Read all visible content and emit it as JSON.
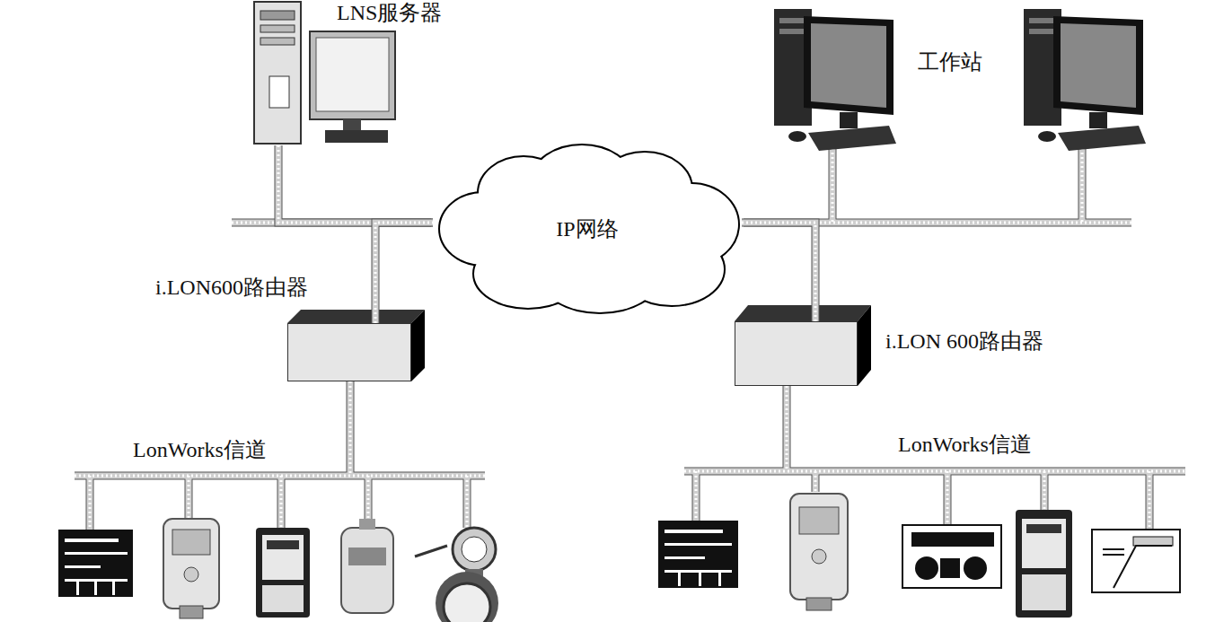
{
  "diagram": {
    "nodes": [
      {
        "text": [
          "LNS服务器"
        ]
      },
      {
        "text": [
          "IP网络"
        ]
      },
      {
        "text": [
          "i.LON600路由器"
        ]
      },
      {
        "text": [
          "i.LON 600路由器"
        ]
      }
    ],
    "edges": [
      {
        "from": 0,
        "to": 1,
        "arrow": "none"
      },
      {
        "from": 2,
        "to": 1,
        "arrow": "none"
      },
      {
        "from": 3,
        "to": 1,
        "arrow": "none"
      }
    ],
    "labels": [
      "工作站",
      "LonWorks信道",
      "LonWorks信道"
    ]
  }
}
